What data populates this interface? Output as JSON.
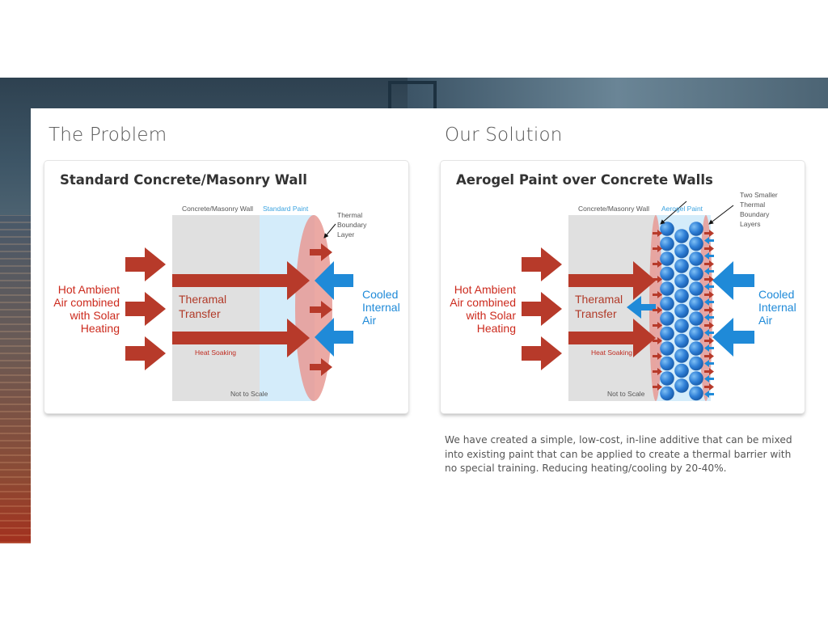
{
  "problem": {
    "heading": "The Problem",
    "diagram": {
      "title": "Standard Concrete/Masonry Wall",
      "wall_label": "Concrete/Masonry Wall",
      "paint_label": "Standard Paint",
      "boundary_label": [
        "Thermal",
        "Boundary",
        "Layer"
      ],
      "hot_label": [
        "Hot Ambient",
        "Air combined",
        "with Solar",
        "Heating"
      ],
      "transfer_label": [
        "Theramal",
        "Transfer"
      ],
      "soak_label": "Heat Soaking",
      "cooled_label": [
        "Cooled",
        "Internal",
        "Air"
      ],
      "scale_note": "Not to Scale"
    }
  },
  "solution": {
    "heading": "Our Solution",
    "diagram": {
      "title": "Aerogel Paint over Concrete Walls",
      "wall_label": "Concrete/Masonry Wall",
      "paint_label": "Aerogel Paint",
      "boundary_label": [
        "Two Smaller",
        "Thermal",
        "Boundary",
        "Layers"
      ],
      "hot_label": [
        "Hot Ambient",
        "Air combined",
        "with Solar",
        "Heating"
      ],
      "transfer_label": [
        "Theramal",
        "Transfer"
      ],
      "soak_label": "Heat Soaking",
      "cooled_label": [
        "Cooled",
        "Internal",
        "Air"
      ],
      "scale_note": "Not to Scale"
    },
    "description": "We have created a simple, low-cost, in-line additive that can be mixed into existing paint that can be applied to create a thermal barrier with no special training. Reducing heating/cooling by 20-40%."
  },
  "colors": {
    "hot_arrow": "#b73a2a",
    "cool_arrow": "#1f8ad8",
    "wall": "#e0e0e0",
    "paint": "#d4ecfa",
    "boundary": "#e89a94",
    "aerogel_bead": "#2f7fd6"
  }
}
